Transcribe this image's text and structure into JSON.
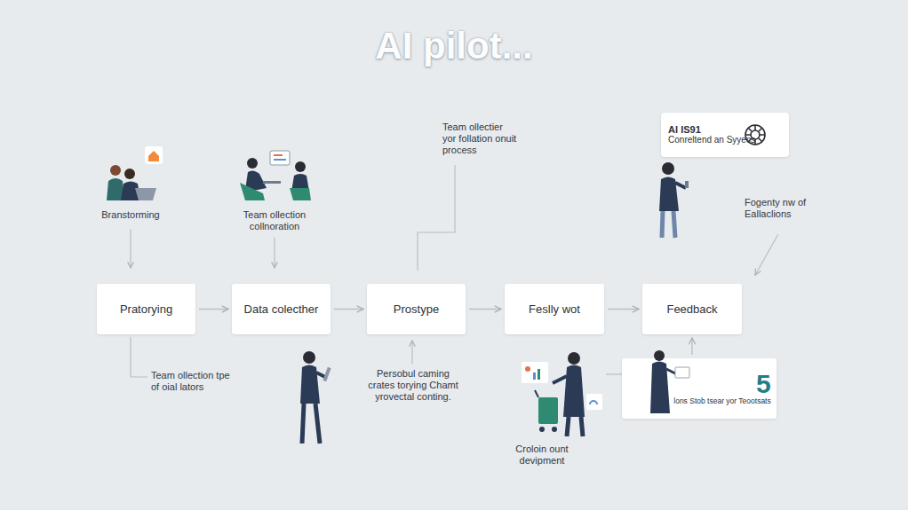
{
  "diagram": {
    "title": "AI pilot...",
    "nodes": [
      {
        "text": [
          "AI IS91",
          "Conreltend an Syyecs"
        ]
      },
      {
        "text": [
          "Pratorying"
        ]
      },
      {
        "text": [
          "Data colecther"
        ]
      },
      {
        "text": [
          "Prostype"
        ]
      },
      {
        "text": [
          "Feslly wot"
        ]
      },
      {
        "text": [
          "Feedback"
        ]
      },
      {
        "text": [
          "5",
          "lons Stob tsear yor Teootsats"
        ]
      }
    ],
    "edges": [
      {
        "from": 1,
        "to": 2,
        "arrow": "to"
      },
      {
        "from": 2,
        "to": 3,
        "arrow": "to"
      },
      {
        "from": 3,
        "to": 4,
        "arrow": "to"
      },
      {
        "from": 4,
        "to": 5,
        "arrow": "to"
      },
      {
        "from": 6,
        "to": 5,
        "arrow": "to"
      }
    ],
    "labels": [
      "Branstorming",
      "Team ollection collnoration",
      "Team ollectier yor follation onuit process",
      "Fogenty nw of Eallaclions",
      "Team ollection tpe of oial lators",
      "Persobul caming crates torying Chamt yrovectal conting.",
      "Croloin ount devipment"
    ]
  }
}
